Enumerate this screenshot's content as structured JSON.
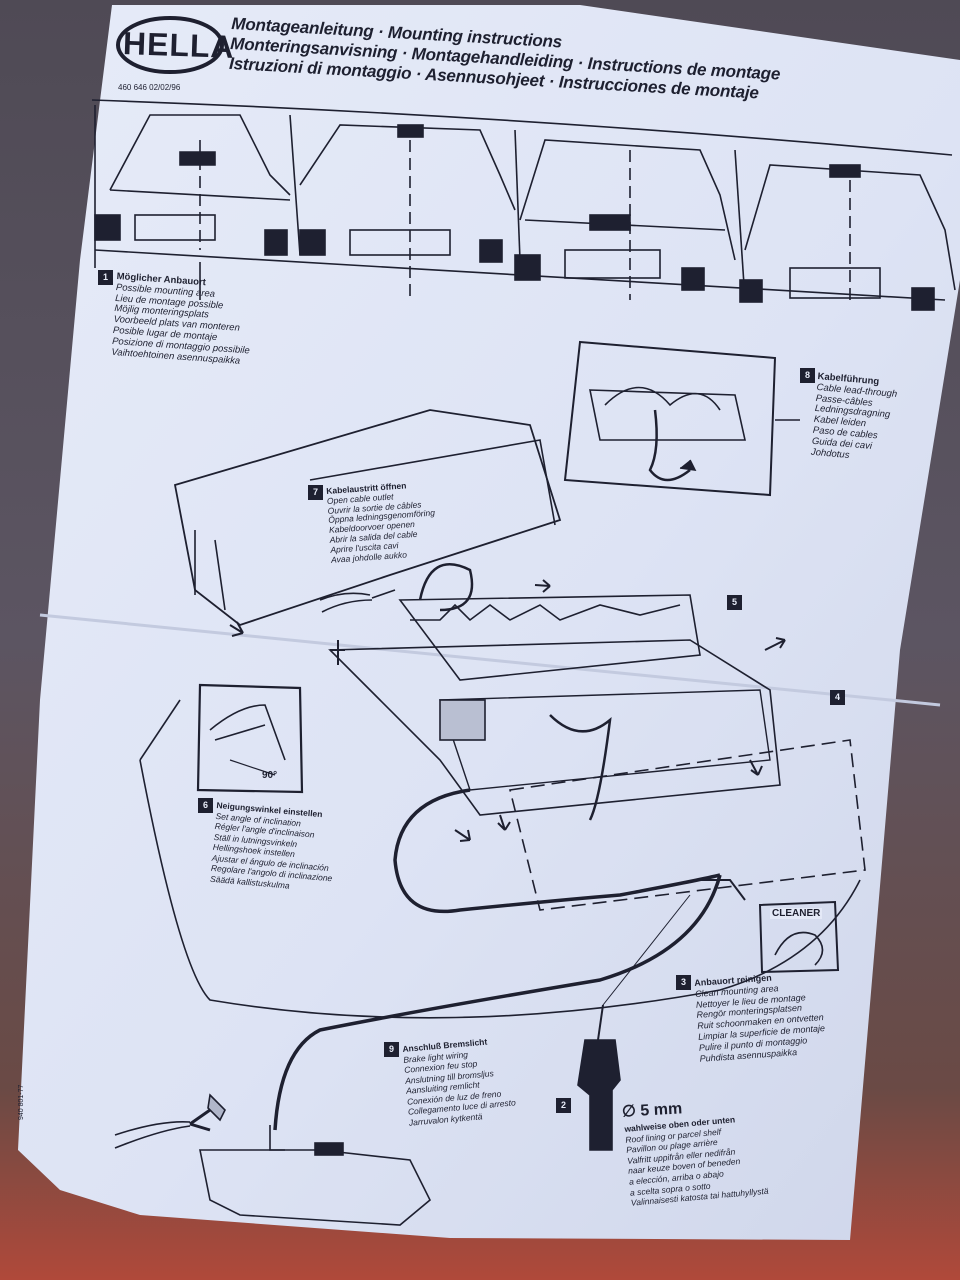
{
  "brand": {
    "logo_text": "HELLA",
    "part_number": "460 646 02/02/96"
  },
  "header_lines": [
    "Montageanleitung · Mounting instructions",
    "Monteringsanvisning · Montagehandleiding · Instructions de montage",
    "Istruzioni di montaggio · Asennusohjeet · Instrucciones de montaje"
  ],
  "steps": {
    "step1": {
      "number": "1",
      "lines": [
        "Möglicher Anbauort",
        "Possible mounting area",
        "Lieu de montage possible",
        "Möjlig monteringsplats",
        "Voorbeeld plats van monteren",
        "Posible lugar de montaje",
        "Posizione di montaggio possibile",
        "Vaihtoehtoinen asennuspaikka"
      ]
    },
    "step8": {
      "number": "8",
      "lines": [
        "Kabelführung",
        "Cable lead-through",
        "Passe-câbles",
        "Ledningsdragning",
        "Kabel leiden",
        "Paso de cables",
        "Guida dei cavi",
        "Johdotus"
      ]
    },
    "step7": {
      "number": "7",
      "lines": [
        "Kabelaustritt öffnen",
        "Open cable outlet",
        "Ouvrir la sortie de câbles",
        "Öppna ledningsgenomföring",
        "Kabeldoorvoer openen",
        "Abrir la salida del cable",
        "Aprire l'uscita cavi",
        "Avaa johdolle aukko"
      ]
    },
    "step5": {
      "number": "5"
    },
    "step4": {
      "number": "4"
    },
    "step6": {
      "number": "6",
      "angle": "90°",
      "lines": [
        "Neigungswinkel einstellen",
        "Set angle of inclination",
        "Régler l'angle d'inclinaison",
        "Ställ in lutningsvinkeln",
        "Hellingshoek instellen",
        "Ajustar el ángulo de inclinación",
        "Regolare l'angolo di inclinazione",
        "Säädä kallistuskulma"
      ]
    },
    "step3": {
      "number": "3",
      "cleaner": "CLEANER",
      "lines": [
        "Anbauort reinigen",
        "Clean mounting area",
        "Nettoyer le lieu de montage",
        "Rengör monteringsplatsen",
        "Ruit schoonmaken en ontvetten",
        "Limpiar la superficie de montaje",
        "Pulire il punto di montaggio",
        "Puhdista asennuspaikka"
      ]
    },
    "step9": {
      "number": "9",
      "lines": [
        "Anschluß Bremslicht",
        "Brake light wiring",
        "Connexion feu stop",
        "Anslutning till bromsljus",
        "Aansluiting remlicht",
        "Conexión de luz de freno",
        "Collegamento luce di arresto",
        "Jarruvalon kytkentä"
      ]
    },
    "step2": {
      "number": "2",
      "drill": "∅ 5 mm",
      "lines": [
        "wahlweise oben oder unten",
        "Roof lining or parcel shelf",
        "Pavillon ou plage arrière",
        "Valfritt uppifrån eller nedifrån",
        "naar keuze boven of beneden",
        "a elección, arriba o abajo",
        "a scelta sopra o sotto",
        "Valinnaisesti katosta tai hattuhyllystä"
      ]
    }
  },
  "side_code": "940 801-77",
  "colors": {
    "paper": "#dfe5f6",
    "ink": "#1e2030",
    "background": "#5a5360",
    "table": "#b0493a"
  }
}
